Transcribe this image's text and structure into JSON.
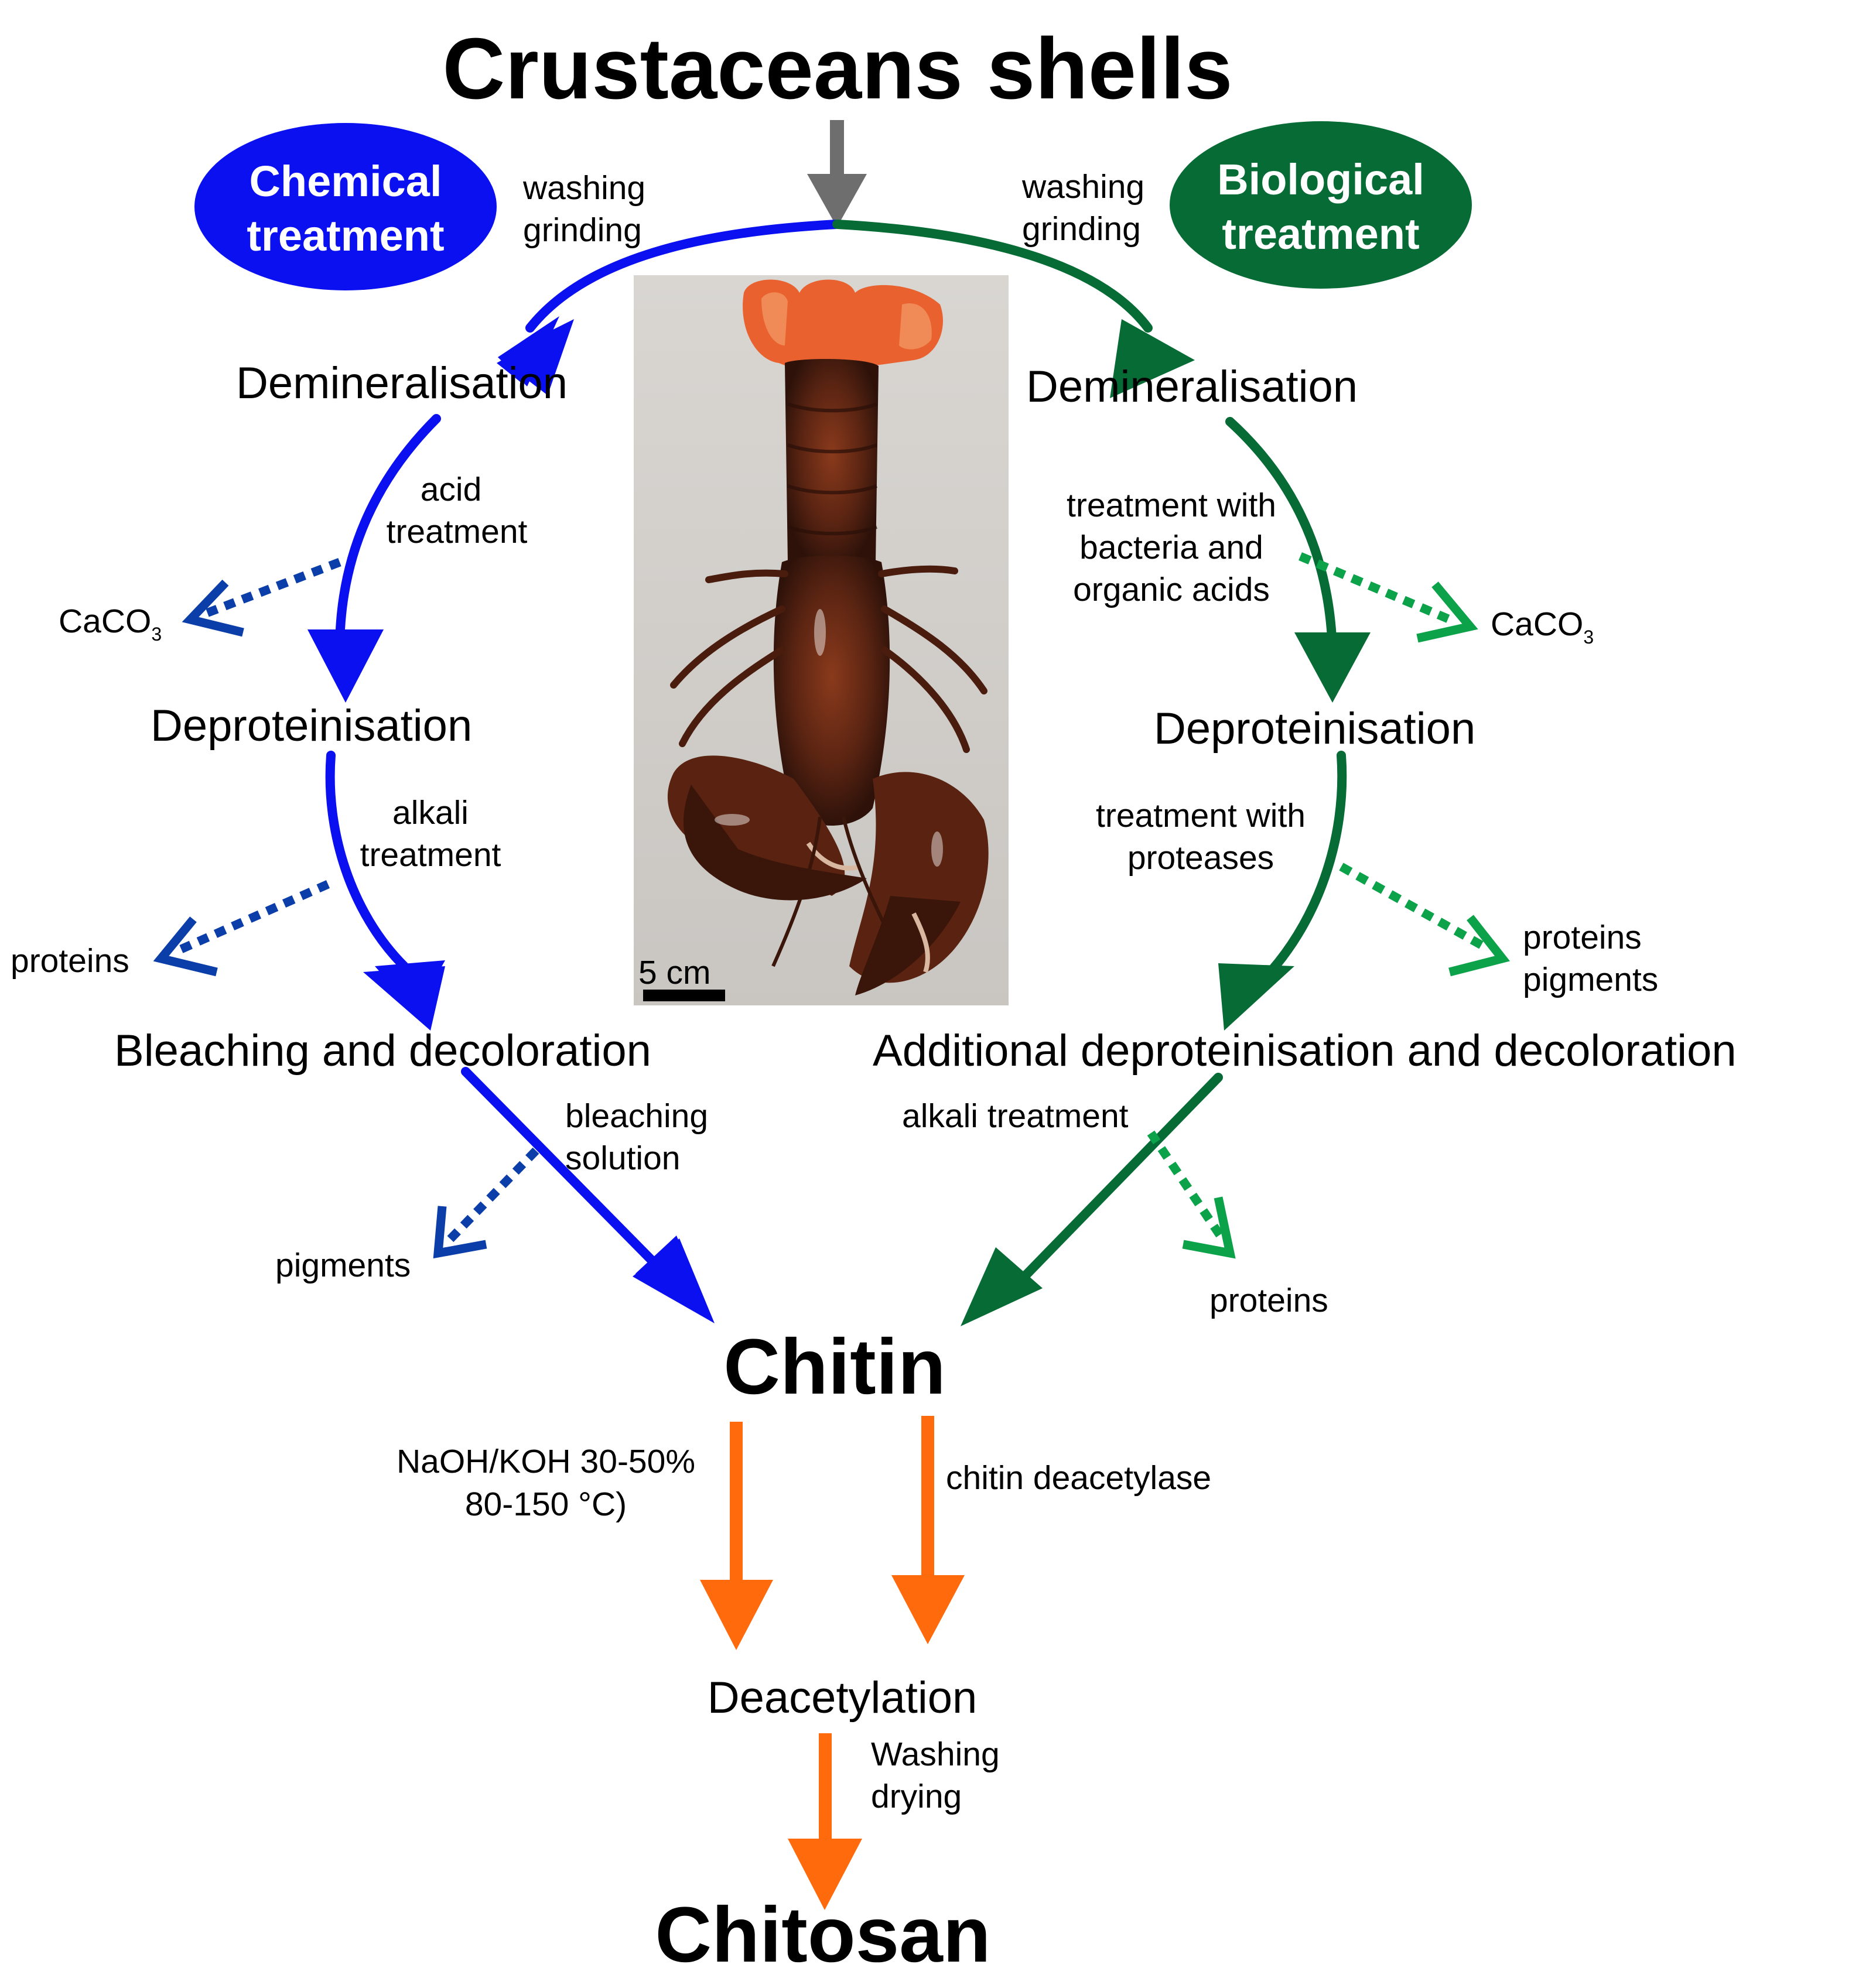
{
  "title": "Crustaceans shells",
  "chemical": {
    "label_line1": "Chemical",
    "label_line2": "treatment",
    "pre_line1": "washing",
    "pre_line2": "grinding",
    "stage1": "Demineralisation",
    "step1_line1": "acid",
    "step1_line2": "treatment",
    "byproduct1": "CaCO",
    "byproduct1_sub": "3",
    "stage2": "Deproteinisation",
    "step2_line1": "alkali",
    "step2_line2": "treatment",
    "byproduct2": "proteins",
    "stage3": "Bleaching and decoloration",
    "step3_line1": "bleaching",
    "step3_line2": "solution",
    "byproduct3": "pigments"
  },
  "biological": {
    "label_line1": "Biological",
    "label_line2": "treatment",
    "pre_line1": "washing",
    "pre_line2": "grinding",
    "stage1": "Demineralisation",
    "step1_line1": "treatment with",
    "step1_line2": "bacteria and",
    "step1_line3": "organic acids",
    "byproduct1": "CaCO",
    "byproduct1_sub": "3",
    "stage2": "Deproteinisation",
    "step2_line1": "treatment with",
    "step2_line2": "proteases",
    "byproduct2_line1": "proteins",
    "byproduct2_line2": "pigments",
    "stage3": "Additional deproteinisation and decoloration",
    "step3": "alkali treatment",
    "byproduct3": "proteins"
  },
  "chitin": "Chitin",
  "deacetylation": {
    "chemical_line1": "NaOH/KOH 30-50%",
    "chemical_line2": "80-150 °C)",
    "enzymatic": "chitin deacetylase",
    "stage": "Deacetylation",
    "post_line1": "Washing",
    "post_line2": "drying"
  },
  "product": "Chitosan",
  "photo": {
    "subject": "lobster",
    "scale_label": "5 cm"
  },
  "colors": {
    "chemical": "#0a10f0",
    "chemical_byproduct": "#0b3ea8",
    "biological": "#066b35",
    "biological_byproduct": "#0ca24a",
    "input_arrow": "#6e6e6e",
    "chitosan_path": "#ff6a0c"
  }
}
